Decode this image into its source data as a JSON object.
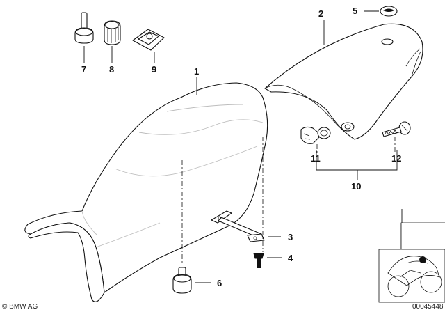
{
  "callouts": {
    "c1": "1",
    "c2": "2",
    "c3": "3",
    "c4": "4",
    "c5": "5",
    "c6": "6",
    "c7": "7",
    "c8": "8",
    "c9": "9",
    "c10": "10",
    "c11": "11",
    "c12": "12"
  },
  "footer": {
    "copyright": "© BMW AG",
    "drawing_number": "00045448"
  },
  "colors": {
    "line": "#111111",
    "seam": "#bdbdbd",
    "background": "#ffffff"
  }
}
